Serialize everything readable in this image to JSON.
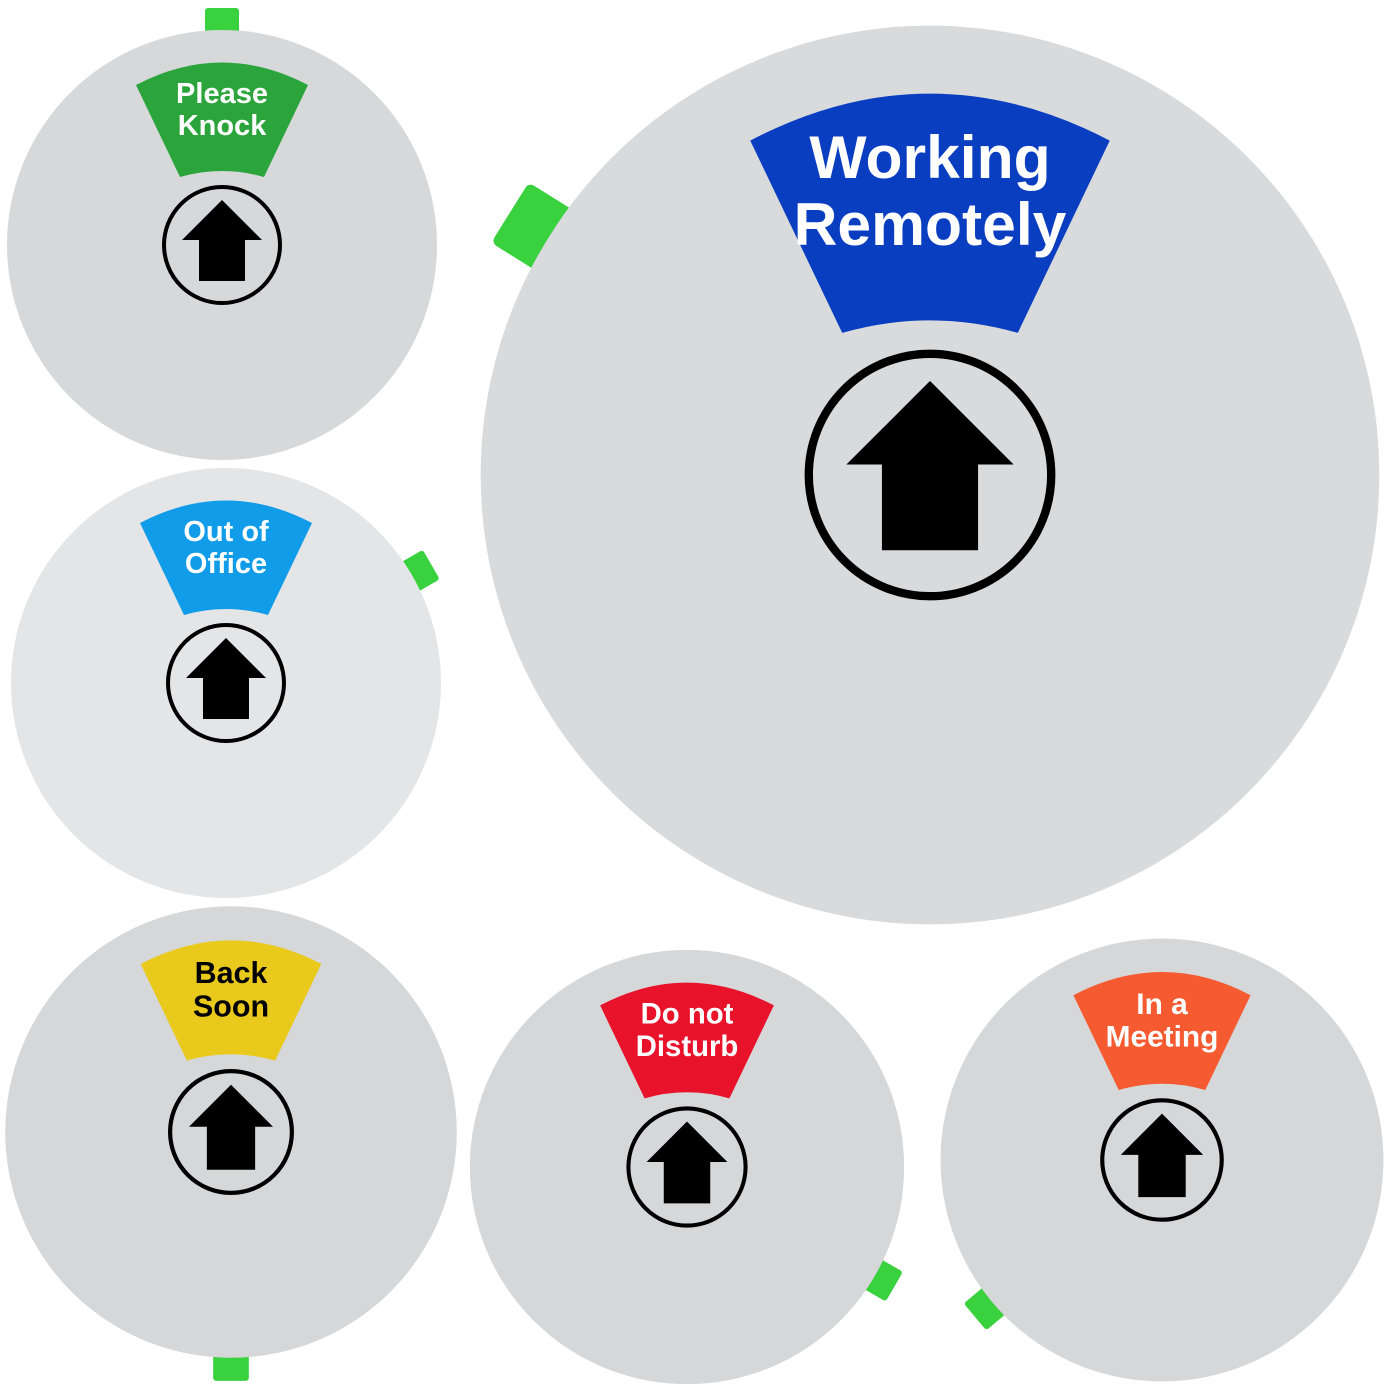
{
  "signs": [
    {
      "id": "please-knock",
      "lines": [
        "Please",
        "Knock"
      ],
      "color": "#2ba53b",
      "text_color": "#ffffff"
    },
    {
      "id": "working-remotely",
      "lines": [
        "Working",
        "Remotely"
      ],
      "color": "#0a3ec0",
      "text_color": "#ffffff"
    },
    {
      "id": "out-of-office",
      "lines": [
        "Out of",
        "Office"
      ],
      "color": "#109ce9",
      "text_color": "#ffffff"
    },
    {
      "id": "back-soon",
      "lines": [
        "Back",
        "Soon"
      ],
      "color": "#e9c91c",
      "text_color": "#000000"
    },
    {
      "id": "do-not-disturb",
      "lines": [
        "Do not",
        "Disturb"
      ],
      "color": "#e8122b",
      "text_color": "#ffffff"
    },
    {
      "id": "in-a-meeting",
      "lines": [
        "In a",
        "Meeting"
      ],
      "color": "#f55a30",
      "text_color": "#ffffff"
    }
  ],
  "colors": {
    "disc": "#d5d7d9",
    "tab": "#3ad13f",
    "ring": "#000000"
  }
}
